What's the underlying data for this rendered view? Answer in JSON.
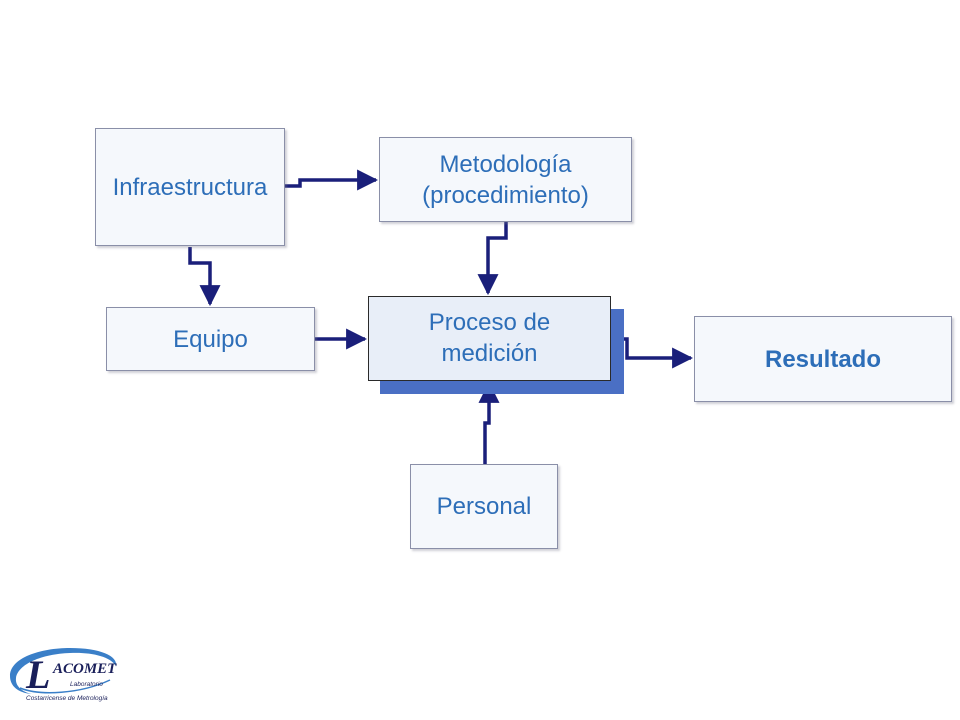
{
  "diagram": {
    "nodes": {
      "infraestructura": "Infraestructura",
      "metodologia": "Metodología\n(procedimiento)",
      "equipo": "Equipo",
      "proceso": "Proceso de\nmedición",
      "resultado": "Resultado",
      "personal": "Personal"
    },
    "edges": [
      {
        "from": "infraestructura",
        "to": "metodologia"
      },
      {
        "from": "infraestructura",
        "to": "equipo"
      },
      {
        "from": "equipo",
        "to": "proceso"
      },
      {
        "from": "metodologia",
        "to": "proceso"
      },
      {
        "from": "personal",
        "to": "proceso"
      },
      {
        "from": "proceso",
        "to": "resultado"
      }
    ],
    "colors": {
      "box_text": "#2d6eb8",
      "arrow": "#1a1f7a",
      "box_fill": "#f5f8fc",
      "process_fill": "#e8eef8",
      "process_shadow": "#4a6fc4"
    }
  },
  "logo": {
    "letter": "L",
    "name": "ACOMET",
    "line1": "Laboratorio",
    "line2": "Costarricense de Metrología"
  }
}
